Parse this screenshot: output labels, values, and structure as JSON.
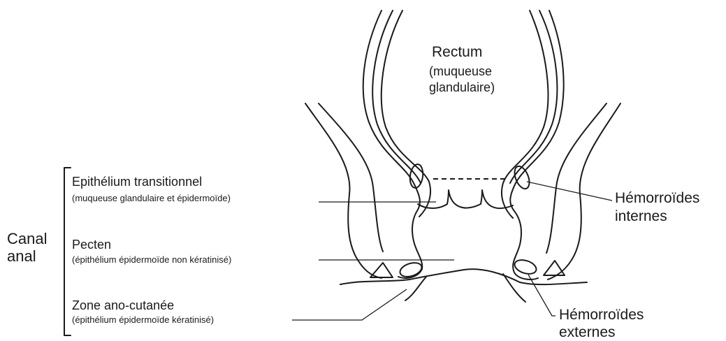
{
  "labels": {
    "rectum": "Rectum",
    "rectum_desc_1": "(muqueuse",
    "rectum_desc_2": "glandulaire)",
    "canal_1": "Canal",
    "canal_2": "anal",
    "epithelium_title": "Epithélium transitionnel",
    "epithelium_desc": "(muqueuse glandulaire et épidermoïde)",
    "pecten_title": "Pecten",
    "pecten_desc": "(épithélium épidermoïde non kératinisé)",
    "zone_title": "Zone ano-cutanée",
    "zone_desc": "(épithélium épidermoïde kératinisé)",
    "hem_int_1": "Hémorroïdes",
    "hem_int_2": "internes",
    "hem_ext_1": "Hémorroïdes",
    "hem_ext_2": "externes"
  }
}
